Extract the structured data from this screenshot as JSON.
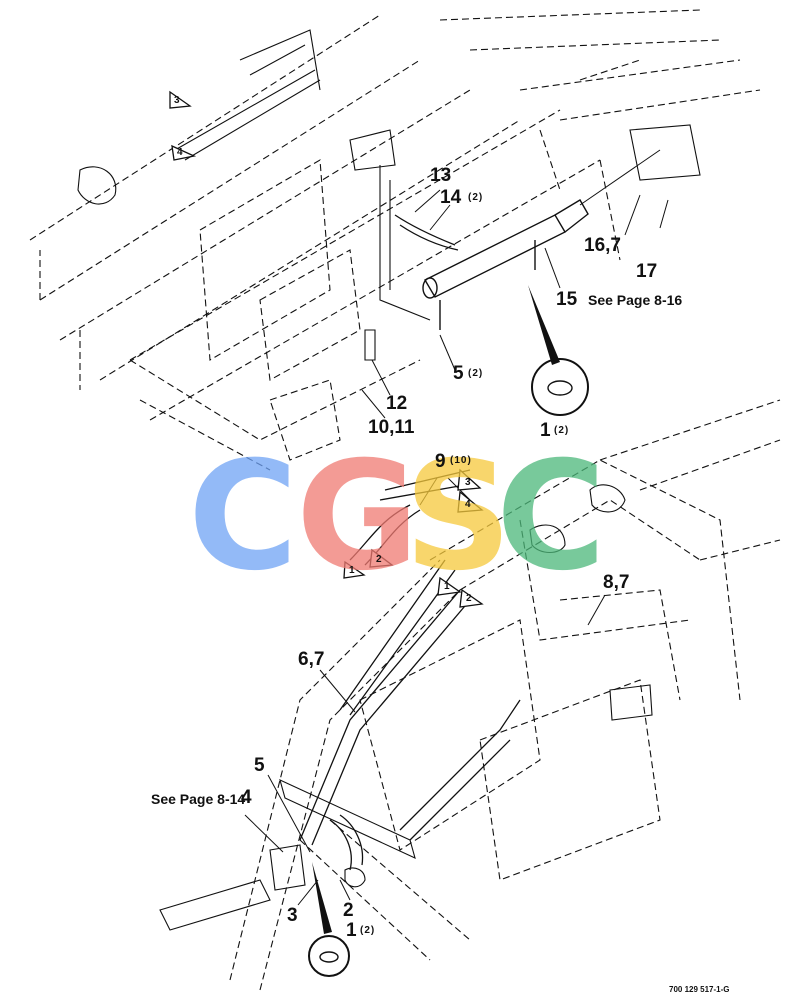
{
  "watermark": {
    "letters": [
      "C",
      "G",
      "S",
      "C"
    ],
    "colors": [
      "#6fa3f5",
      "#f07a72",
      "#f6c93c",
      "#4cb87a"
    ]
  },
  "callouts": {
    "c13": "13",
    "c14": "14",
    "c14q": "(2)",
    "c16": "16,7",
    "c17": "17",
    "c15": "15",
    "c15ref": "See Page 8-16",
    "c5top": "5",
    "c5topq": "(2)",
    "c12": "12",
    "c1011": "10,11",
    "c1top": "1",
    "c1topq": "(2)",
    "c9": "9",
    "c9q": "(10)",
    "c87": "8,7",
    "c67": "6,7",
    "c5bot": "5",
    "c4bot": "4",
    "c4ref": "See Page 8-14",
    "c3bot": "3",
    "c2bot": "2",
    "c1bot": "1",
    "c1botq": "(2)"
  },
  "triangles": {
    "t3a": "3",
    "t4a": "4",
    "t3b": "3",
    "t4b": "4",
    "t1a": "1",
    "t2a": "2",
    "t1b": "1",
    "t2b": "2"
  },
  "drawing_number": "700 129 517-1-G"
}
